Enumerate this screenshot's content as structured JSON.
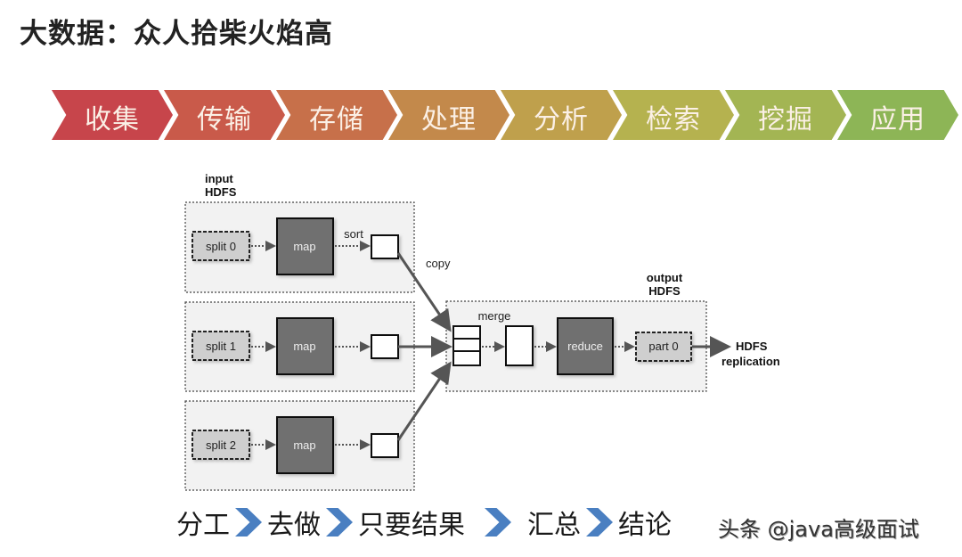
{
  "title": "大数据：众人拾柴火焰高",
  "pipeline": {
    "stages": [
      {
        "label": "收集",
        "color": "#c7454b"
      },
      {
        "label": "传输",
        "color": "#c95a4a"
      },
      {
        "label": "存储",
        "color": "#c7704a"
      },
      {
        "label": "处理",
        "color": "#c3894b"
      },
      {
        "label": "分析",
        "color": "#bfa04c"
      },
      {
        "label": "检索",
        "color": "#b5b24f"
      },
      {
        "label": "挖掘",
        "color": "#a3b553"
      },
      {
        "label": "应用",
        "color": "#8db556"
      }
    ]
  },
  "mapreduce": {
    "input_label_line1": "input",
    "input_label_line2": "HDFS",
    "output_label_line1": "output",
    "output_label_line2": "HDFS",
    "splits": [
      "split 0",
      "split 1",
      "split 2"
    ],
    "map_label": "map",
    "sort_label": "sort",
    "copy_label": "copy",
    "merge_label": "merge",
    "reduce_label": "reduce",
    "part_label": "part 0",
    "replication_line1": "HDFS",
    "replication_line2": "replication"
  },
  "bottom_flow": {
    "steps": [
      "分工",
      "去做",
      "只要结果",
      "汇总",
      "结论"
    ],
    "arrow_color": "#4a7fc1"
  },
  "watermark": "头条 @java高级面试"
}
